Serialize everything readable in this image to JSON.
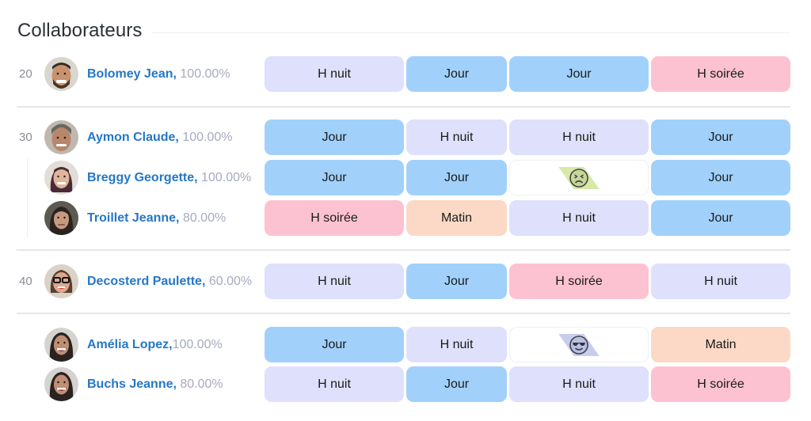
{
  "header": {
    "title": "Collaborateurs"
  },
  "shift_colors": {
    "H nuit": "#dfe0fb",
    "Jour": "#a1d1fb",
    "H soirée": "#fdc2d1",
    "Matin": "#fcd9c6"
  },
  "groups": [
    {
      "number": "20",
      "members": [
        {
          "name": "Bolomey Jean,",
          "rate": "100.00%",
          "avatar": "avatar-man-beard",
          "shifts": [
            "H nuit",
            "Jour",
            "Jour",
            "H soirée"
          ]
        }
      ]
    },
    {
      "number": "30",
      "members": [
        {
          "name": "Aymon Claude,",
          "rate": "100.00%",
          "avatar": "avatar-man-gray",
          "shifts": [
            "Jour",
            "H nuit",
            "H nuit",
            "Jour"
          ]
        },
        {
          "name": "Breggy Georgette,",
          "rate": "100.00%",
          "avatar": "avatar-woman-smile",
          "shifts": [
            "Jour",
            "Jour",
            {
              "status": "angry-face-icon",
              "color": "#d8e8a6"
            },
            "Jour"
          ]
        },
        {
          "name": "Troillet Jeanne,",
          "rate": "80.00%",
          "avatar": "avatar-woman-dark",
          "shifts": [
            "H soirée",
            "Matin",
            "H nuit",
            "Jour"
          ]
        }
      ]
    },
    {
      "number": "40",
      "members": [
        {
          "name": "Decosterd Paulette,",
          "rate": "60.00%",
          "avatar": "avatar-woman-glasses",
          "shifts": [
            "H nuit",
            "Jour",
            "H soirée",
            "H nuit"
          ]
        }
      ]
    },
    {
      "number": "",
      "members": [
        {
          "name": "Amélia Lopez,",
          "rate": "100.00%",
          "avatar": "avatar-woman-laugh",
          "shifts": [
            "Jour",
            "H nuit",
            {
              "status": "sunglasses-face-icon",
              "color": "#c7cdee"
            },
            "Matin"
          ]
        },
        {
          "name": "Buchs Jeanne,",
          "rate": "80.00%",
          "avatar": "avatar-woman-laugh",
          "shifts": [
            "H nuit",
            "Jour",
            "H nuit",
            "H soirée"
          ]
        }
      ]
    }
  ]
}
